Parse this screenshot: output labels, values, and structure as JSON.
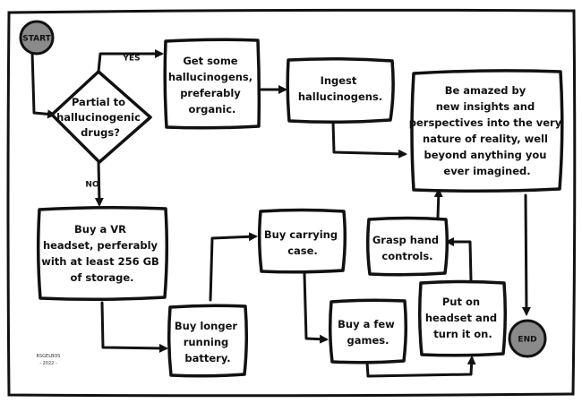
{
  "colors": {
    "terminal_fill": "#8a8a8a",
    "stroke": "#111111",
    "background": "#ffffff"
  },
  "nodes": {
    "start": "START",
    "decision": [
      "Partial to",
      "hallucinogenic",
      "drugs?"
    ],
    "get": [
      "Get some",
      "hallucinogens,",
      "preferably",
      "organic."
    ],
    "ingest": [
      "Ingest",
      "hallucinogens."
    ],
    "amazed": [
      "Be amazed by",
      "new insights and",
      "perspectives into the very",
      "nature of reality, well",
      "beyond anything you",
      "ever imagined."
    ],
    "buy_vr": [
      "Buy a VR",
      "headset, perferably",
      "with at least 256 GB",
      "of storage."
    ],
    "battery": [
      "Buy longer",
      "running",
      "battery."
    ],
    "case": [
      "Buy carrying",
      "case."
    ],
    "games": [
      "Buy a few",
      "games."
    ],
    "grasp": [
      "Grasp hand",
      "controls."
    ],
    "headset": [
      "Put on",
      "headset and",
      "turn it on."
    ],
    "end": "END"
  },
  "labels": {
    "yes": "YES",
    "no": "NO"
  },
  "credit": {
    "name": "RSGELBOS",
    "year": "- 2022 -"
  }
}
